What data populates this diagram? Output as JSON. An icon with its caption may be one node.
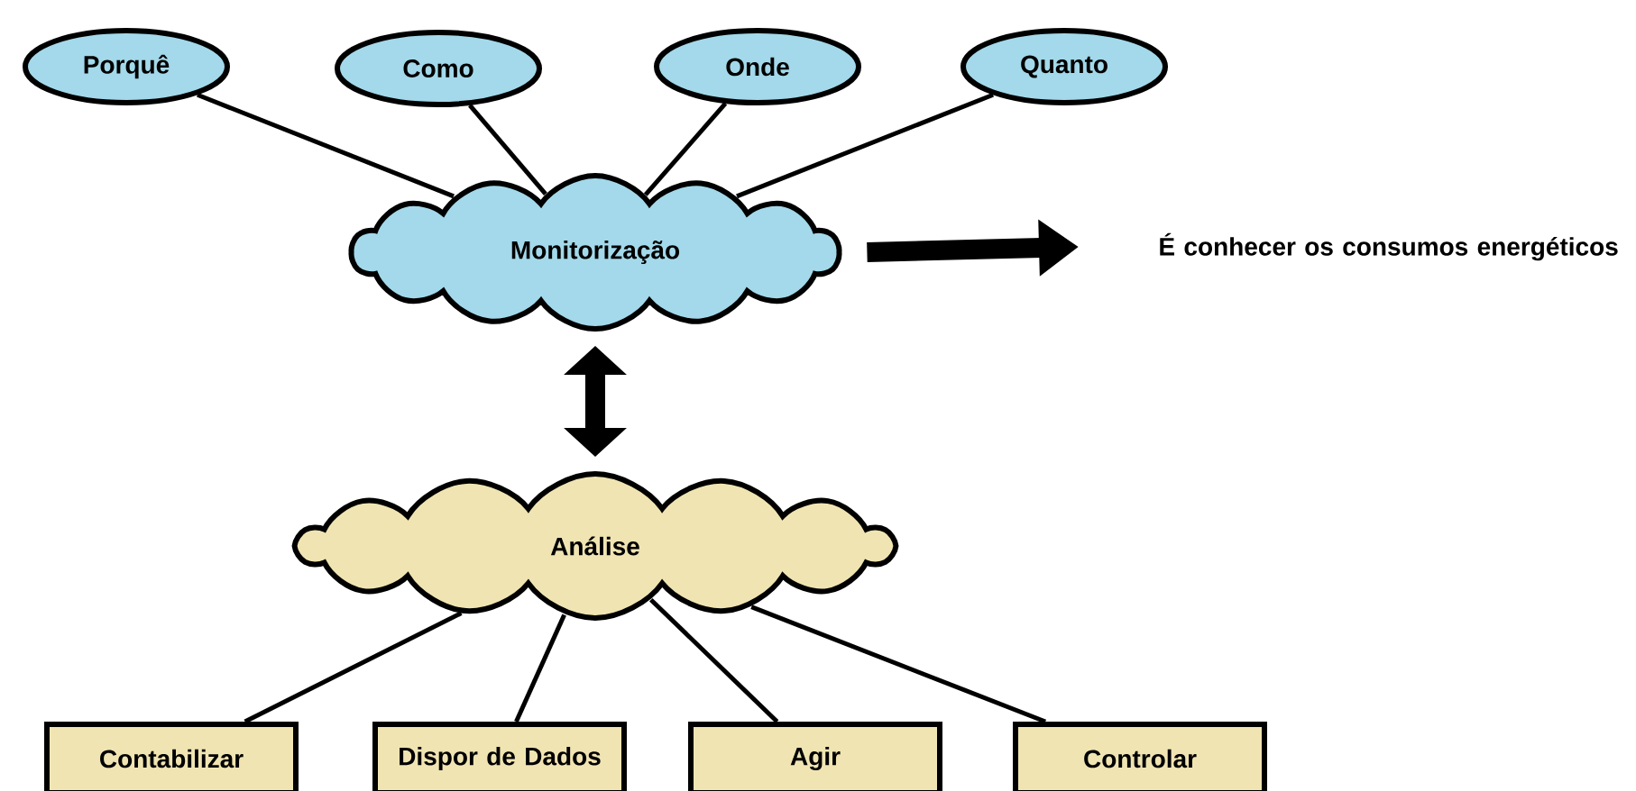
{
  "diagram": {
    "nodes": [
      {
        "text": [
          "Porquê"
        ]
      },
      {
        "text": [
          "Como"
        ]
      },
      {
        "text": [
          "Onde"
        ]
      },
      {
        "text": [
          "Quanto"
        ]
      },
      {
        "text": [
          "Monitorização"
        ]
      },
      {
        "text": [
          "É conhecer os consumos energéticos"
        ]
      },
      {
        "text": [
          "Análise"
        ]
      },
      {
        "text": [
          "Contabilizar"
        ]
      },
      {
        "text": [
          "Dispor de Dados"
        ]
      },
      {
        "text": [
          "Agir"
        ]
      },
      {
        "text": [
          "Controlar"
        ]
      }
    ],
    "edges": [
      {
        "from": 0,
        "to": 4,
        "arrow": "none"
      },
      {
        "from": 1,
        "to": 4,
        "arrow": "none"
      },
      {
        "from": 2,
        "to": 4,
        "arrow": "none"
      },
      {
        "from": 3,
        "to": 4,
        "arrow": "none"
      },
      {
        "from": 4,
        "to": 5,
        "arrow": "to",
        "style": "thick"
      },
      {
        "from": 4,
        "to": 6,
        "arrow": "both",
        "style": "thick"
      },
      {
        "from": 6,
        "to": 7,
        "arrow": "none"
      },
      {
        "from": 6,
        "to": 8,
        "arrow": "none"
      },
      {
        "from": 6,
        "to": 9,
        "arrow": "none"
      },
      {
        "from": 6,
        "to": 10,
        "arrow": "none"
      }
    ]
  }
}
